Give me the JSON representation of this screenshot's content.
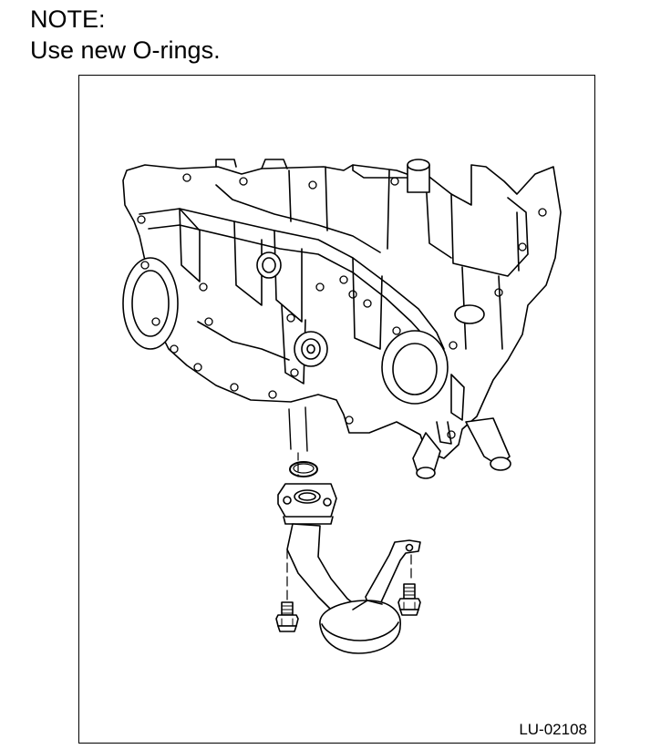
{
  "note": {
    "heading": "NOTE:",
    "text": "Use new O-rings."
  },
  "figure": {
    "code": "LU-02108",
    "parts": [
      "engine-block",
      "o-ring",
      "oil-strainer",
      "bolt",
      "bolt"
    ]
  }
}
